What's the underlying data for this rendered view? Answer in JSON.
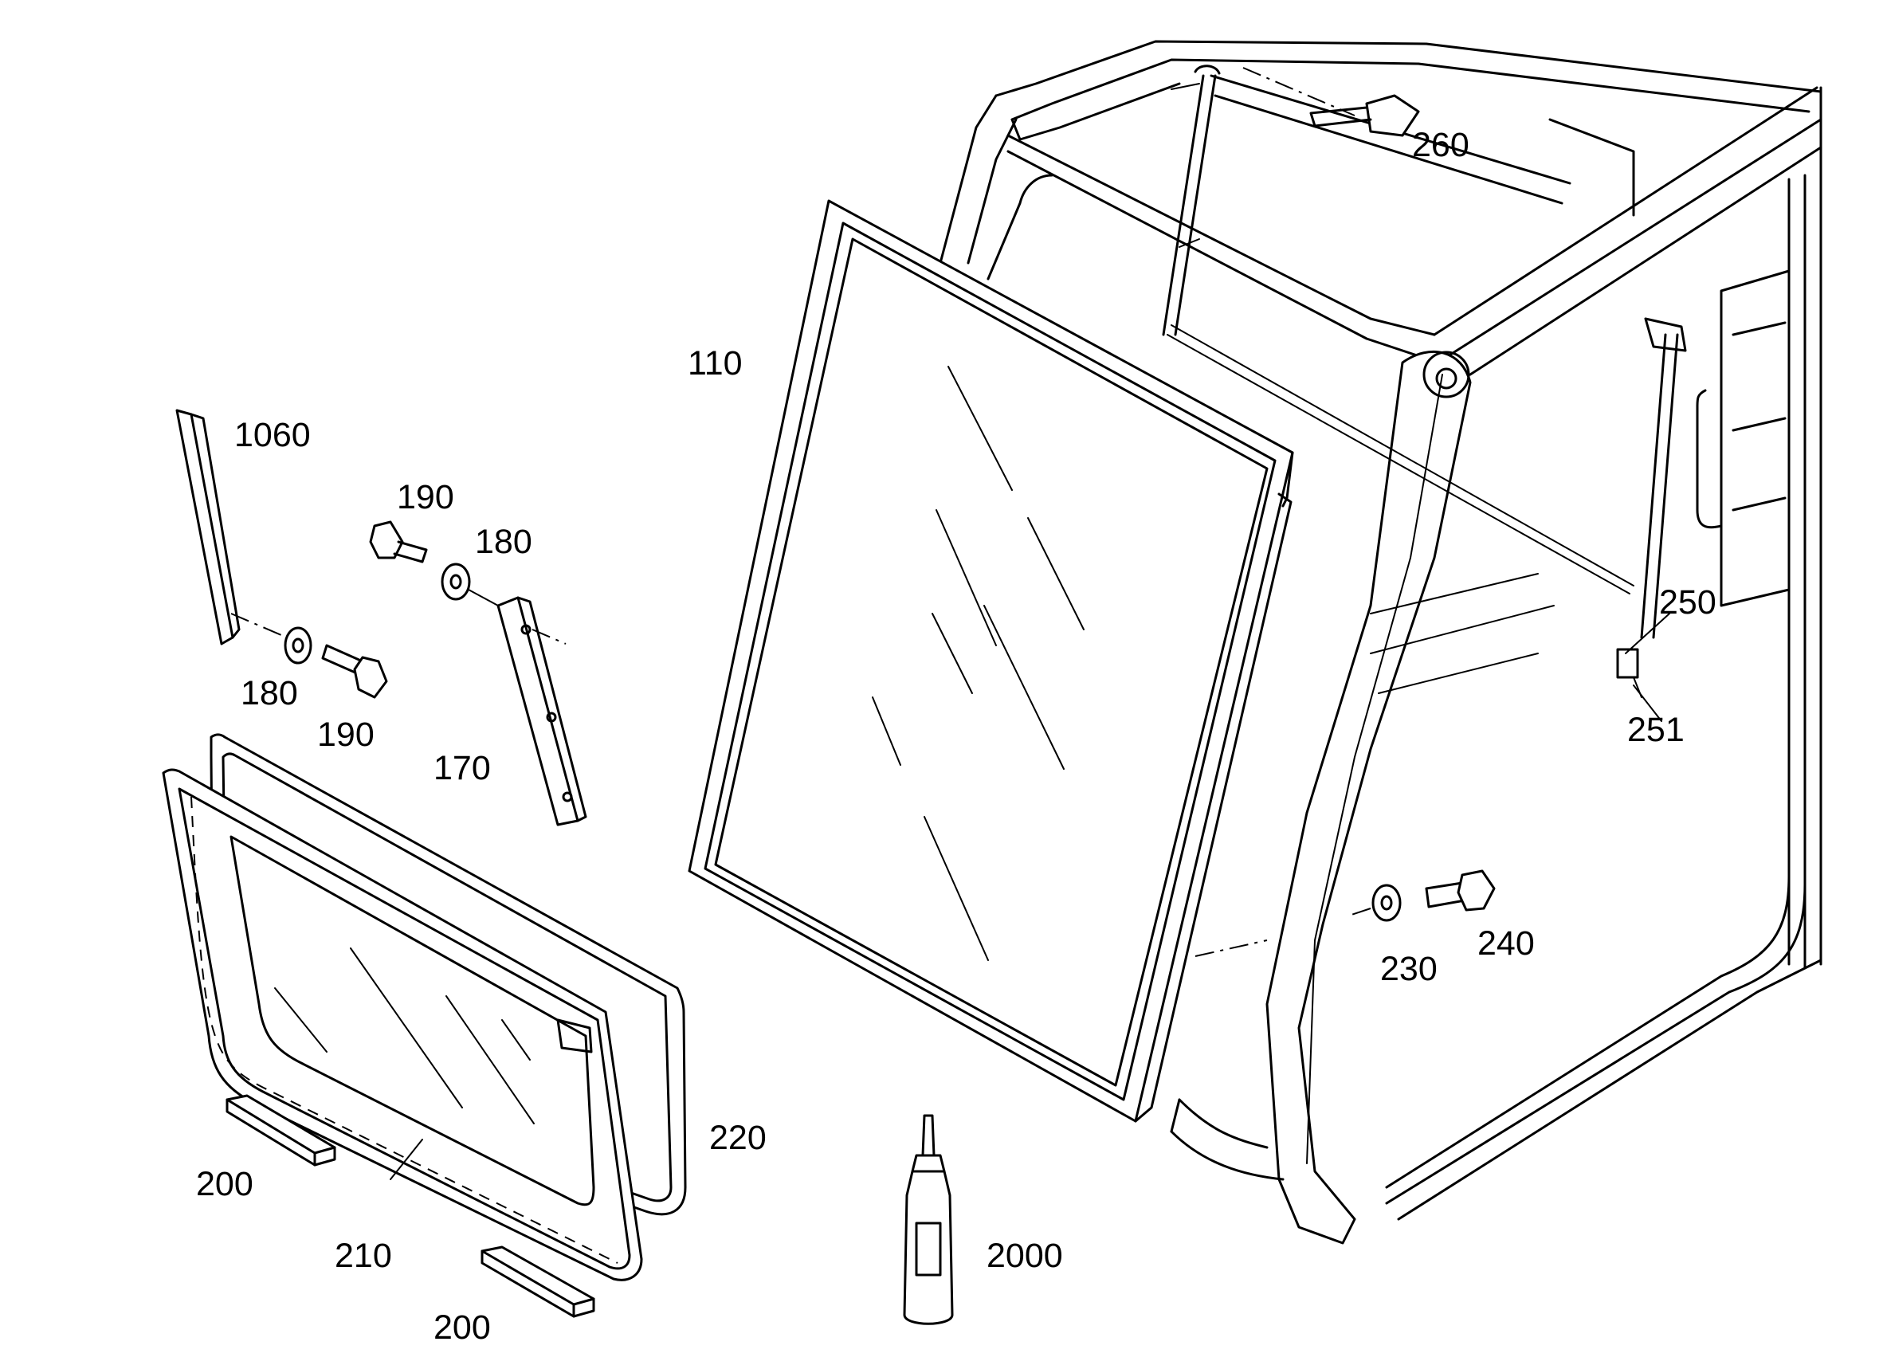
{
  "labels": {
    "l110": "110",
    "l1060": "1060",
    "l190a": "190",
    "l180a": "180",
    "l180b": "180",
    "l190b": "190",
    "l170": "170",
    "l260": "260",
    "l250": "250",
    "l251": "251",
    "l230": "230",
    "l240": "240",
    "l220": "220",
    "l200a": "200",
    "l210": "210",
    "l200b": "200",
    "l2000": "2000"
  }
}
